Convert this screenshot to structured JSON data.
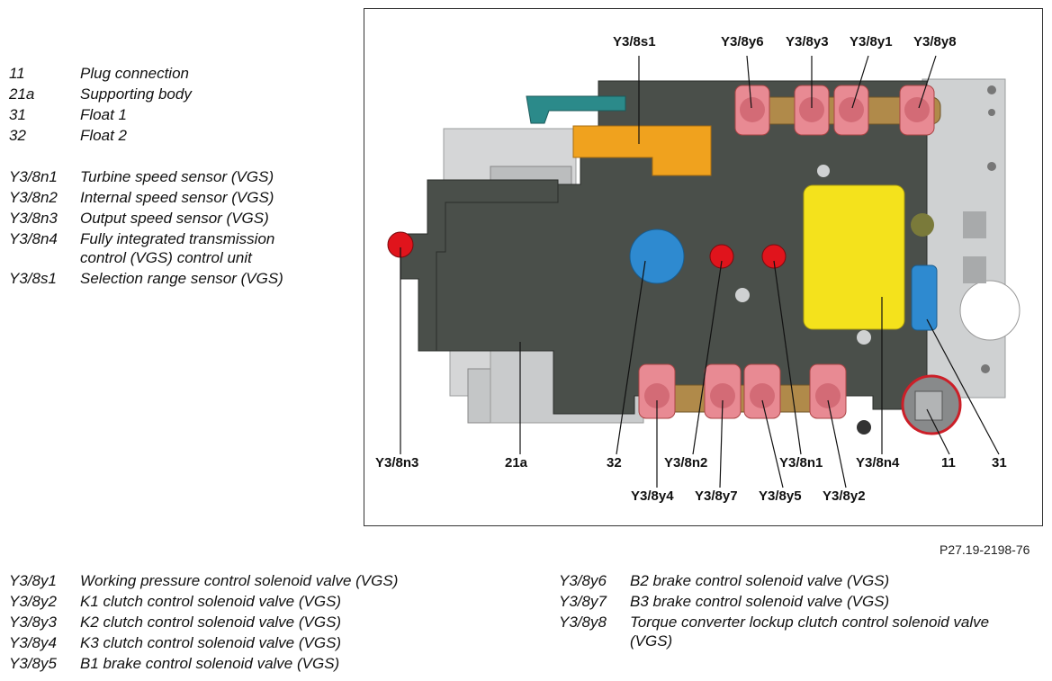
{
  "figure_ref": "P27.19-2198-76",
  "legend_top": [
    {
      "code": "11",
      "desc": "Plug connection"
    },
    {
      "code": "21a",
      "desc": "Supporting body"
    },
    {
      "code": "31",
      "desc": "Float 1"
    },
    {
      "code": "32",
      "desc": "Float 2"
    },
    {
      "code": "Y3/8n1",
      "desc": "Turbine speed sensor (VGS)"
    },
    {
      "code": "Y3/8n2",
      "desc": "Internal speed sensor (VGS)"
    },
    {
      "code": "Y3/8n3",
      "desc": "Output speed sensor (VGS)"
    },
    {
      "code": "Y3/8n4",
      "desc": "Fully integrated transmission",
      "desc2": "control (VGS) control unit"
    },
    {
      "code": "Y3/8s1",
      "desc": "Selection range sensor (VGS)"
    }
  ],
  "legend_bottom_left": [
    {
      "code": "Y3/8y1",
      "desc": "Working pressure control solenoid valve (VGS)"
    },
    {
      "code": "Y3/8y2",
      "desc": "K1 clutch control solenoid valve (VGS)"
    },
    {
      "code": "Y3/8y3",
      "desc": "K2 clutch control solenoid valve (VGS)"
    },
    {
      "code": "Y3/8y4",
      "desc": "K3 clutch control solenoid valve (VGS)"
    },
    {
      "code": "Y3/8y5",
      "desc": "B1 brake control solenoid valve (VGS)"
    }
  ],
  "legend_bottom_right": [
    {
      "code": "Y3/8y6",
      "desc": "B2 brake control solenoid valve (VGS)"
    },
    {
      "code": "Y3/8y7",
      "desc": "B3 brake control solenoid valve (VGS)"
    },
    {
      "code": "Y3/8y8",
      "desc": "Torque converter lockup clutch control solenoid valve",
      "desc2": "(VGS)"
    }
  ],
  "callouts": {
    "y3_8s1": "Y3/8s1",
    "y3_8y6": "Y3/8y6",
    "y3_8y3": "Y3/8y3",
    "y3_8y1": "Y3/8y1",
    "y3_8y8": "Y3/8y8",
    "y3_8n3": "Y3/8n3",
    "p21a": "21a",
    "p32": "32",
    "y3_8n2": "Y3/8n2",
    "y3_8n1": "Y3/8n1",
    "y3_8n4": "Y3/8n4",
    "p11": "11",
    "p31": "31",
    "y3_8y4": "Y3/8y4",
    "y3_8y7": "Y3/8y7",
    "y3_8y5": "Y3/8y5",
    "y3_8y2": "Y3/8y2"
  },
  "colors": {
    "housing": "#4a4f4a",
    "plate": "#cfd1d2",
    "solenoid": "#e88a93",
    "bracket": "#b08a4a",
    "control_unit": "#f4e21c",
    "selector": "#f0a21e",
    "float": "#2e8ad0",
    "sensor": "#e0141c"
  }
}
